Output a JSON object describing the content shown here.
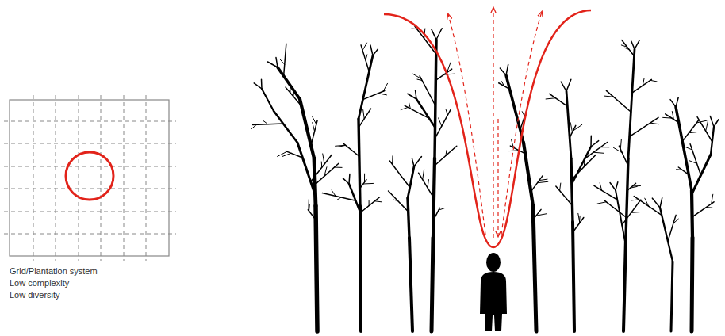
{
  "diagram": {
    "labels": [
      "Grid/Plantation system",
      "Low complexity",
      "Low diversity"
    ]
  }
}
